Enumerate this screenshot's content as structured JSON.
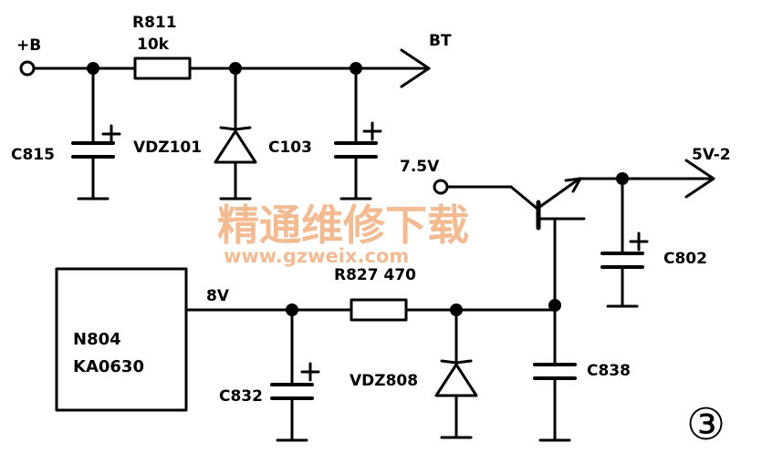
{
  "labels": {
    "plus_b": "+B",
    "r811_name": "R811",
    "r811_value": "10k",
    "bt": "BT",
    "c815": "C815",
    "vdz101": "VDZ101",
    "c103": "C103",
    "v75": "7.5V",
    "v5_2": "5V-2",
    "c802": "C802",
    "v8": "8V",
    "r827": "R827 470",
    "n804_line1": "N804",
    "n804_line2": "KA0630",
    "c832": "C832",
    "vdz808": "VDZ808",
    "c838": "C838",
    "figure_number": "③",
    "polarity_plus": "+"
  },
  "watermark": {
    "title": "精通维修下载",
    "url": "www.gzweix.com",
    "color": "#f0b080"
  },
  "colors": {
    "ink": "#000000",
    "background": "#ffffff"
  }
}
